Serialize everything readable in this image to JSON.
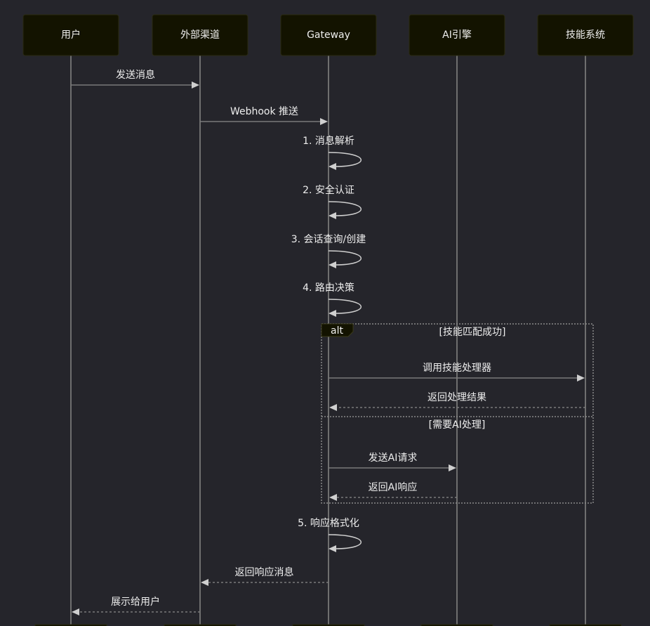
{
  "diagram": {
    "type": "sequence",
    "participants": [
      {
        "id": "user",
        "label": "用户"
      },
      {
        "id": "channel",
        "label": "外部渠道"
      },
      {
        "id": "gateway",
        "label": "Gateway"
      },
      {
        "id": "ai",
        "label": "AI引擎"
      },
      {
        "id": "skill",
        "label": "技能系统"
      }
    ],
    "messages": [
      {
        "from": "user",
        "to": "channel",
        "label": "发送消息",
        "style": "solid"
      },
      {
        "from": "channel",
        "to": "gateway",
        "label": "Webhook 推送",
        "style": "solid"
      },
      {
        "from": "gateway",
        "to": "gateway",
        "label": "1. 消息解析",
        "style": "self"
      },
      {
        "from": "gateway",
        "to": "gateway",
        "label": "2. 安全认证",
        "style": "self"
      },
      {
        "from": "gateway",
        "to": "gateway",
        "label": "3. 会话查询/创建",
        "style": "self"
      },
      {
        "from": "gateway",
        "to": "gateway",
        "label": "4. 路由决策",
        "style": "self"
      },
      {
        "from": "gateway",
        "to": "skill",
        "label": "调用技能处理器",
        "style": "solid",
        "block": 0,
        "branch": 0
      },
      {
        "from": "skill",
        "to": "gateway",
        "label": "返回处理结果",
        "style": "dashed",
        "block": 0,
        "branch": 0
      },
      {
        "from": "gateway",
        "to": "ai",
        "label": "发送AI请求",
        "style": "solid",
        "block": 0,
        "branch": 1
      },
      {
        "from": "ai",
        "to": "gateway",
        "label": "返回AI响应",
        "style": "dashed",
        "block": 0,
        "branch": 1
      },
      {
        "from": "gateway",
        "to": "gateway",
        "label": "5. 响应格式化",
        "style": "self"
      },
      {
        "from": "gateway",
        "to": "channel",
        "label": "返回响应消息",
        "style": "dashed"
      },
      {
        "from": "channel",
        "to": "user",
        "label": "展示给用户",
        "style": "dashed"
      }
    ],
    "blocks": [
      {
        "kind": "alt",
        "label": "alt",
        "branches": [
          {
            "condition": "[技能匹配成功]"
          },
          {
            "condition": "[需要AI处理]"
          }
        ]
      }
    ]
  }
}
